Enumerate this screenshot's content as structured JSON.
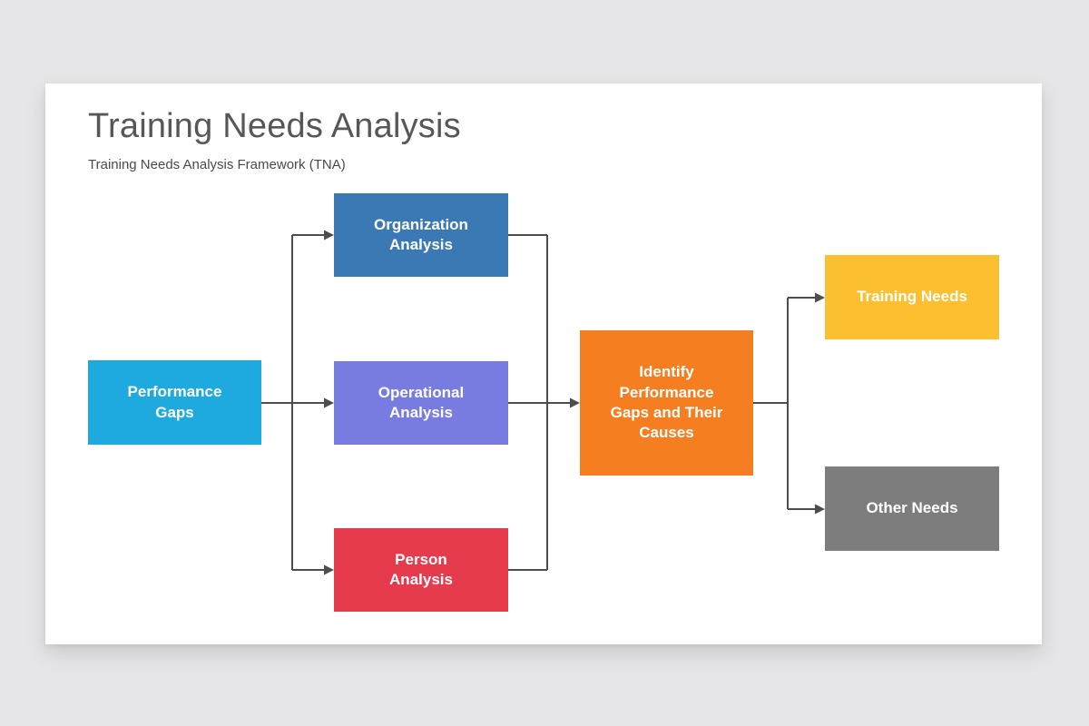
{
  "slide": {
    "title": "Training Needs Analysis",
    "subtitle": "Training Needs Analysis Framework (TNA)"
  },
  "diagram": {
    "connector_color": "#4D4D4D",
    "text_color": "#FFFFFF",
    "nodes": {
      "performance_gaps": {
        "label": "Performance\nGaps",
        "color": "#1FAADF"
      },
      "organization_analysis": {
        "label": "Organization\nAnalysis",
        "color": "#3B79B5"
      },
      "operational_analysis": {
        "label": "Operational\nAnalysis",
        "color": "#787CE0"
      },
      "person_analysis": {
        "label": "Person\nAnalysis",
        "color": "#E63B4D"
      },
      "identify_gaps": {
        "label": "Identify\nPerformance\nGaps and Their\nCauses",
        "color": "#F57F20"
      },
      "training_needs": {
        "label": "Training Needs",
        "color": "#FBBF30"
      },
      "other_needs": {
        "label": "Other Needs",
        "color": "#7D7D7D"
      }
    },
    "flow": "Performance Gaps -> (Organization Analysis, Operational Analysis, Person Analysis) -> Identify Performance Gaps and Their Causes -> (Training Needs, Other Needs)"
  }
}
